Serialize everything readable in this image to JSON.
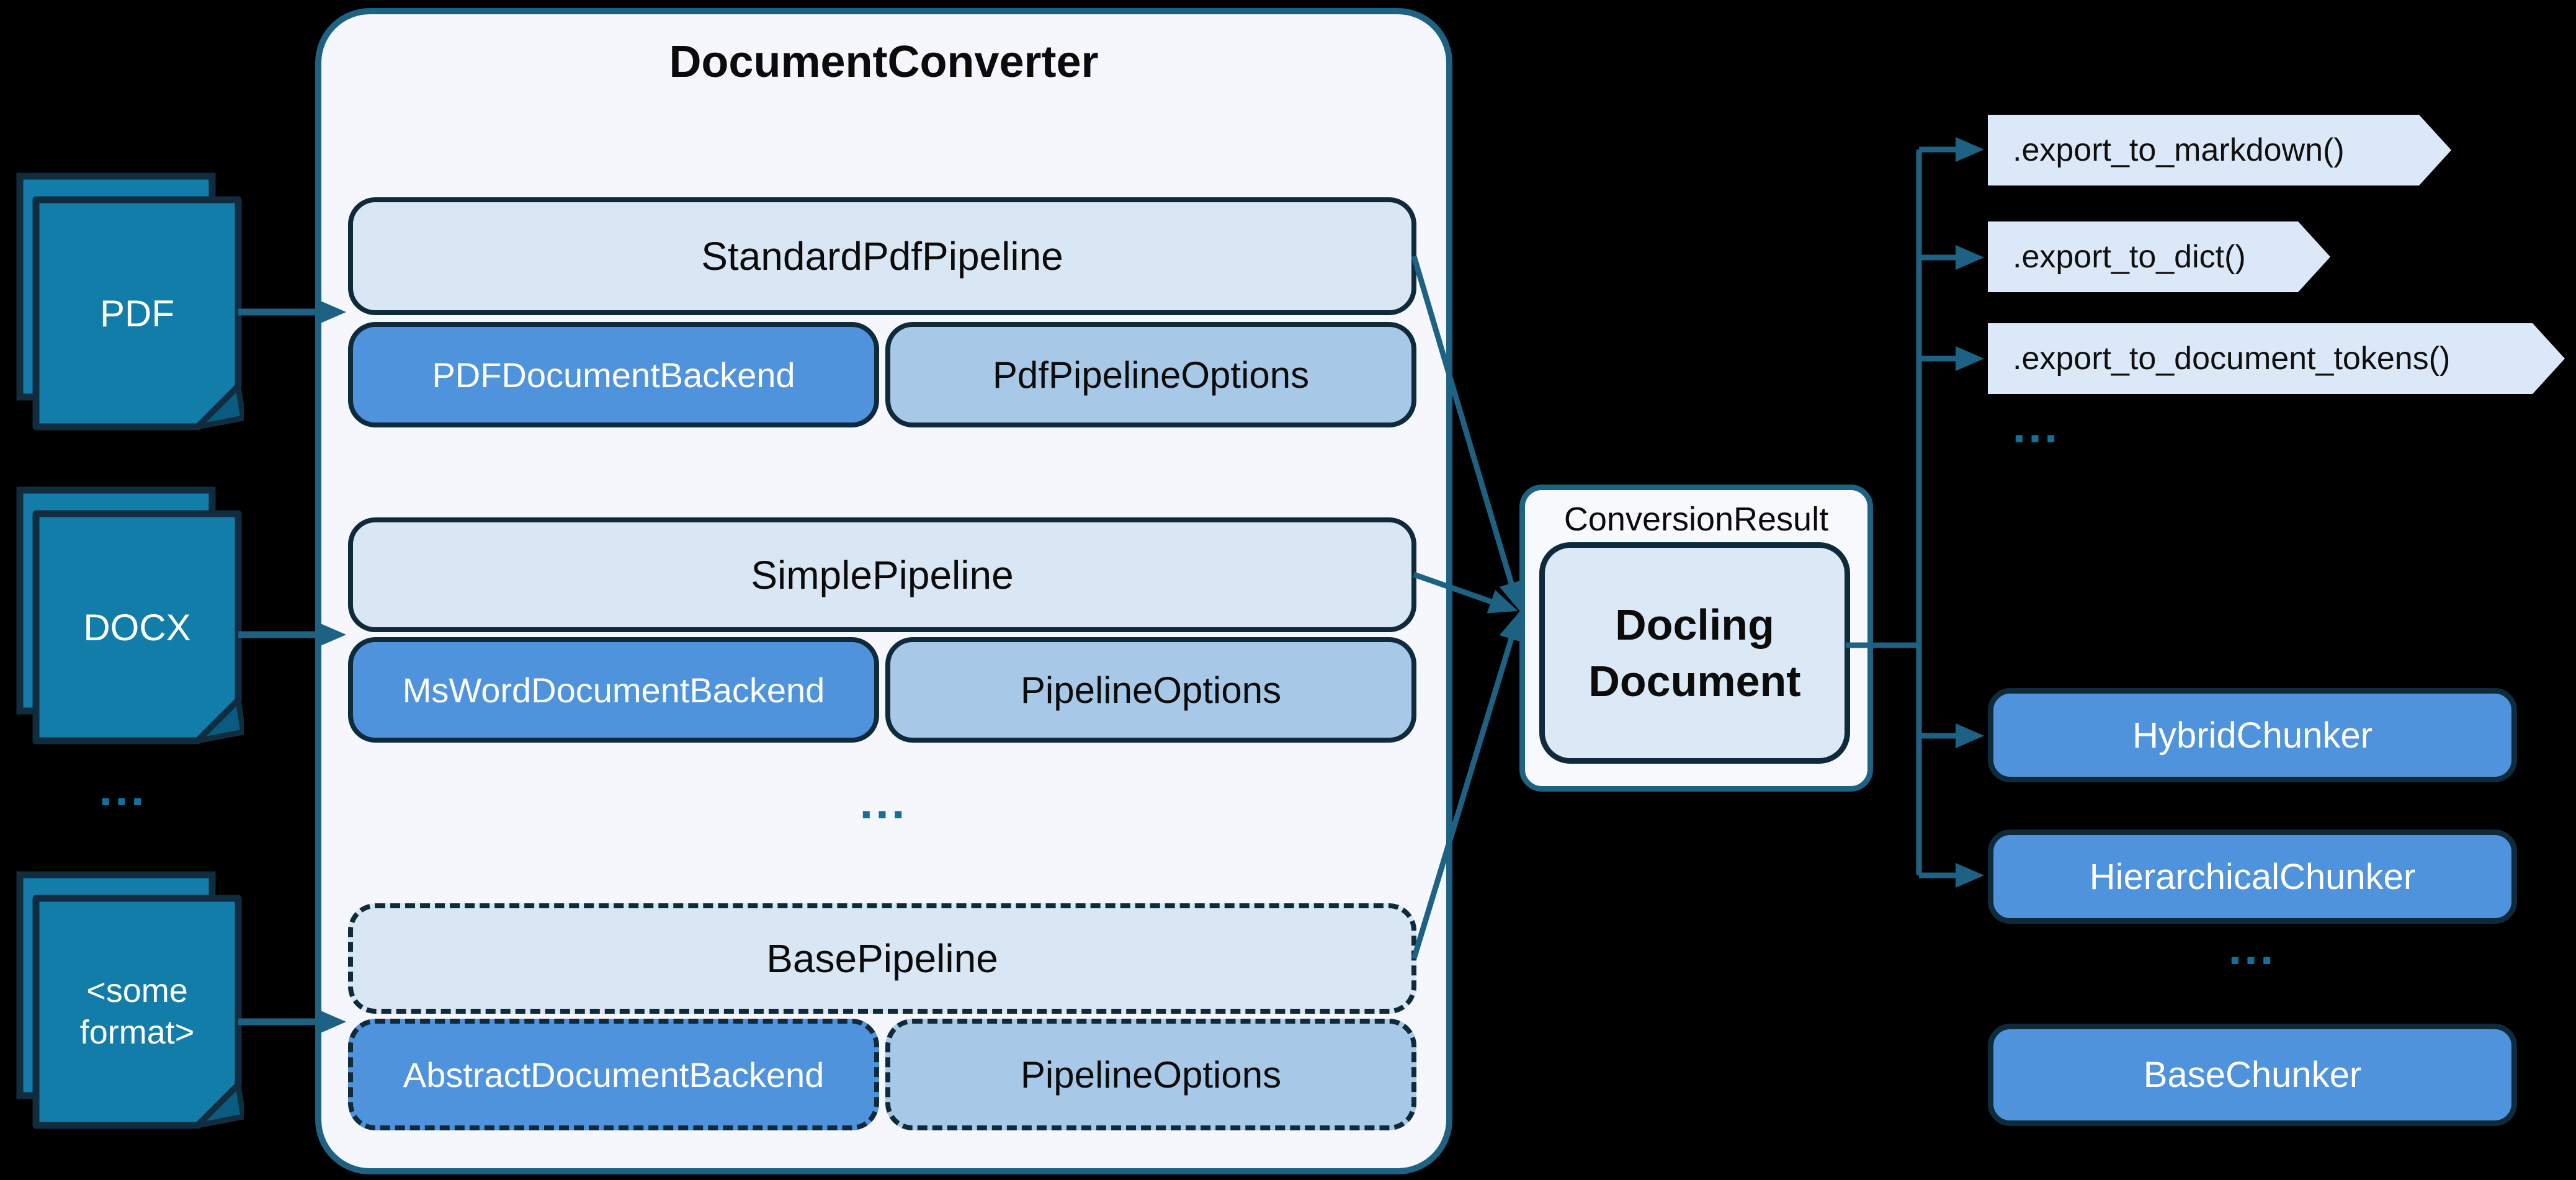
{
  "diagram": {
    "title": "DocumentConverter",
    "ellipsis": "...",
    "inputs": [
      {
        "label": "PDF"
      },
      {
        "label": "DOCX"
      },
      {
        "label": "<some format>"
      }
    ],
    "pipelines": [
      {
        "name": "StandardPdfPipeline",
        "backend": "PDFDocumentBackend",
        "options": "PdfPipelineOptions",
        "dashed": false
      },
      {
        "name": "SimplePipeline",
        "backend": "MsWordDocumentBackend",
        "options": "PipelineOptions",
        "dashed": false
      },
      {
        "name": "BasePipeline",
        "backend": "AbstractDocumentBackend",
        "options": "PipelineOptions",
        "dashed": true
      }
    ],
    "result": {
      "label": "ConversionResult",
      "document": "Docling Document"
    },
    "exports": [
      ".export_to_markdown()",
      ".export_to_dict()",
      ".export_to_document_tokens()"
    ],
    "chunkers": [
      {
        "label": "HybridChunker",
        "dashed": false
      },
      {
        "label": "HierarchicalChunker",
        "dashed": false
      },
      {
        "label": "BaseChunker",
        "dashed": true
      }
    ],
    "colors": {
      "background": "#000000",
      "accent_teal": "#1d6282",
      "box_border_navy": "#0e2a3b",
      "converter_fill": "#f5f7fc",
      "header_fill": "#d9e7f5",
      "backend_fill": "#4f93dc",
      "options_fill": "#a8c8e8",
      "doc_icon_fill": "#117da8",
      "tag_fill": "#dbe8f8",
      "docling_fill": "#dbe9f6",
      "dots_teal": "#146f9c"
    }
  }
}
